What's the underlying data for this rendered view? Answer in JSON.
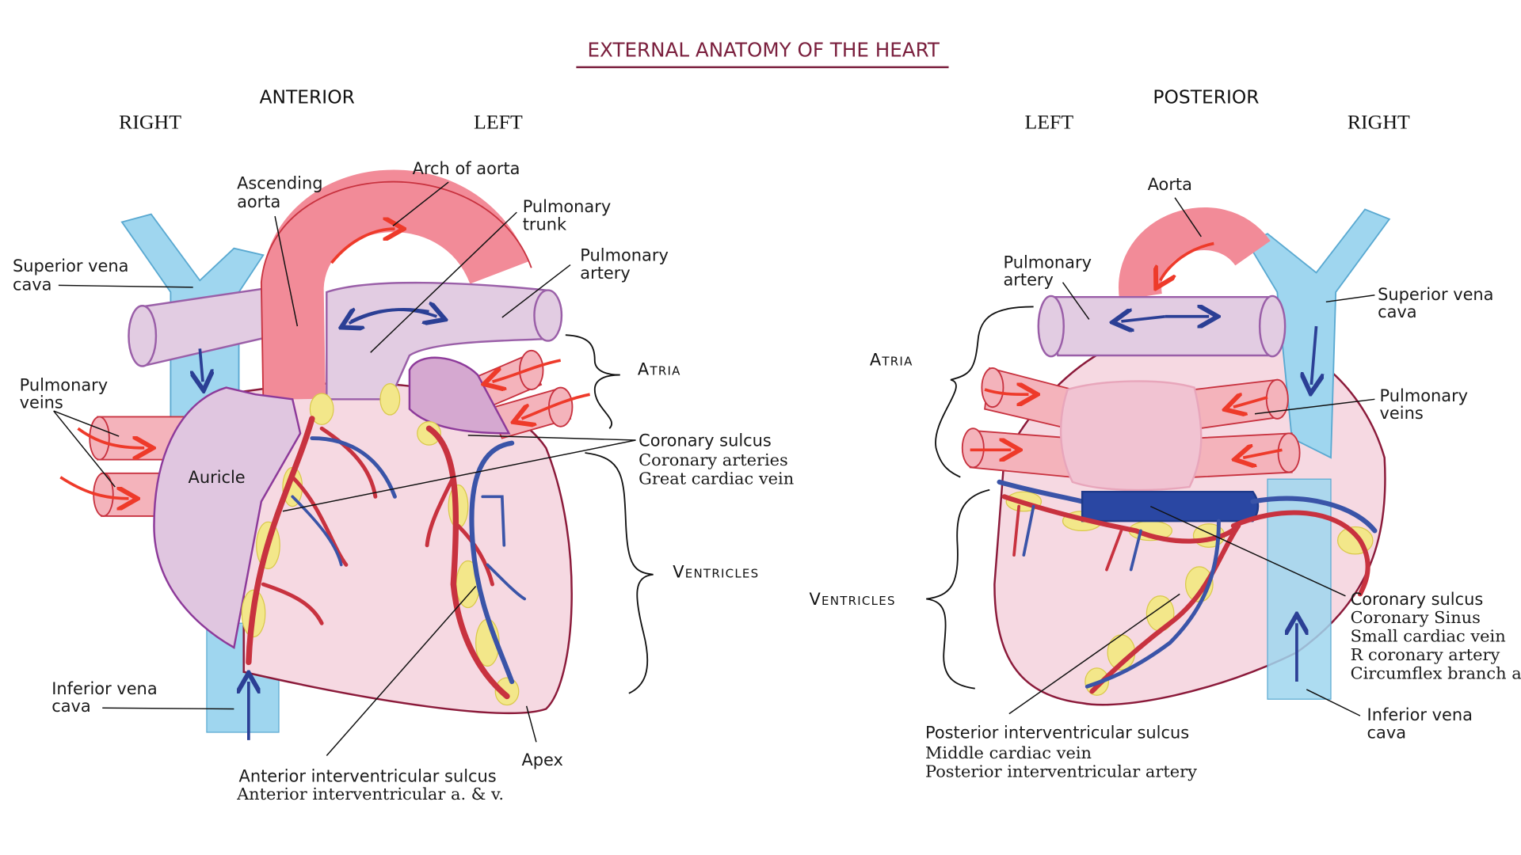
{
  "title": "EXTERNAL ANATOMY OF THE HEART",
  "colors": {
    "title": "#7a1f3d",
    "heart": "#f6d9e2",
    "heart_outline": "#8b1a3a",
    "vena_cava": "#9fd6ef",
    "pulmonary": "#e2cce2",
    "aorta": "#f28b98",
    "artery": "#c8323f",
    "vein": "#3a54a8",
    "fat": "#f3e78a"
  },
  "anterior": {
    "heading": "ANTERIOR",
    "side_right": "RIGHT",
    "side_left": "LEFT",
    "labels": {
      "ascending_aorta_1": "Ascending",
      "ascending_aorta_2": "aorta",
      "arch_of_aorta": "Arch of aorta",
      "pulmonary_trunk_1": "Pulmonary",
      "pulmonary_trunk_2": "trunk",
      "pulmonary_artery_1": "Pulmonary",
      "pulmonary_artery_2": "artery",
      "svc_1": "Superior vena",
      "svc_2": "cava",
      "pulmonary_veins_1": "Pulmonary",
      "pulmonary_veins_2": "veins",
      "auricle": "Auricle",
      "atria": "Atria",
      "coronary_sulcus": "Coronary sulcus",
      "coronary_arteries": "Coronary arteries",
      "great_cardiac_vein": "Great cardiac vein",
      "ventricles": "Ventricles",
      "ivc_1": "Inferior vena",
      "ivc_2": "cava",
      "apex": "Apex",
      "aiv_sulcus": "Anterior interventricular sulcus",
      "aiv_av": "Anterior interventricular a. & v."
    }
  },
  "posterior": {
    "heading": "POSTERIOR",
    "side_left": "LEFT",
    "side_right": "RIGHT",
    "labels": {
      "aorta": "Aorta",
      "pulmonary_artery_1": "Pulmonary",
      "pulmonary_artery_2": "artery",
      "svc_1": "Superior vena",
      "svc_2": "cava",
      "atria": "Atria",
      "pulmonary_veins_1": "Pulmonary",
      "pulmonary_veins_2": "veins",
      "ventricles": "Ventricles",
      "coronary_sulcus": "Coronary sulcus",
      "coronary_sinus": "Coronary Sinus",
      "small_cardiac_vein": "Small cardiac vein",
      "r_coronary_artery": "R coronary artery",
      "circumflex": "Circumflex branch a",
      "ivc_1": "Inferior vena",
      "ivc_2": "cava",
      "piv_sulcus": "Posterior interventricular sulcus",
      "middle_cardiac_vein": "Middle cardiac vein",
      "piv_artery": "Posterior interventricular artery"
    }
  }
}
